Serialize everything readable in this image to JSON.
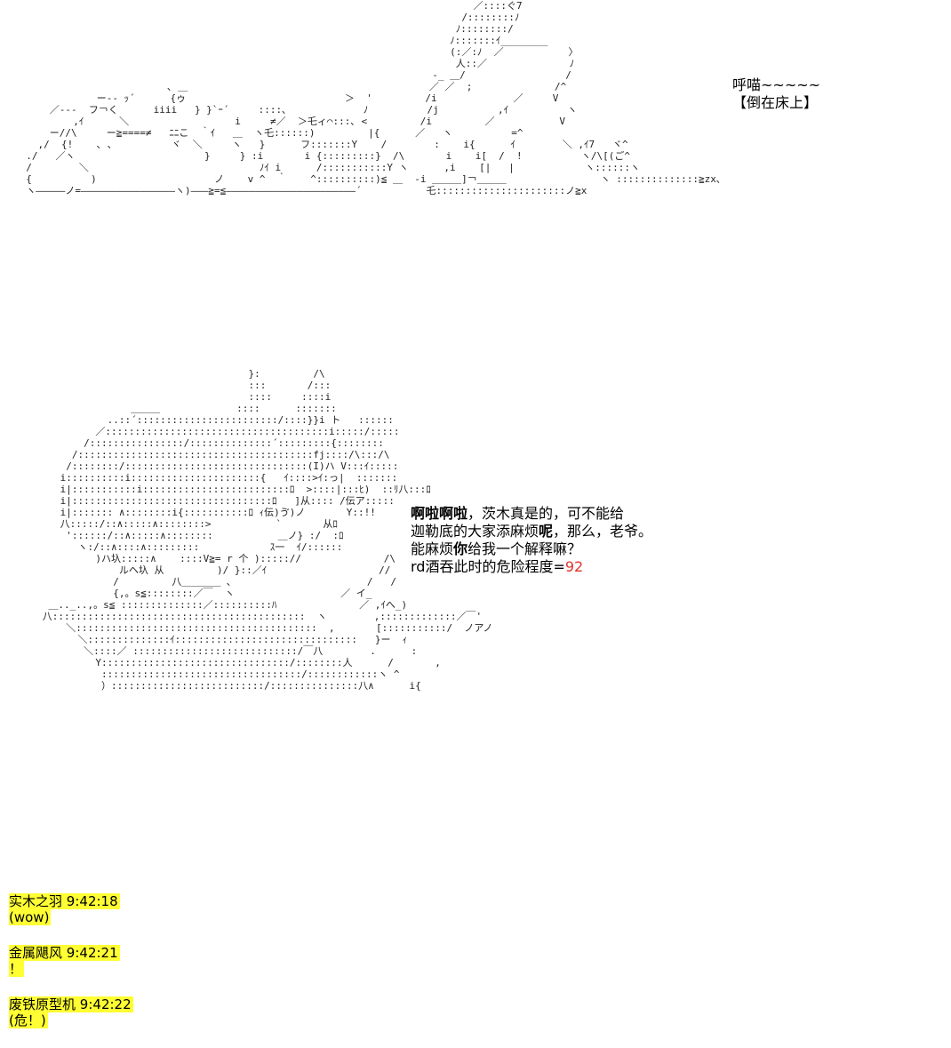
{
  "art": {
    "top": "                                                                              ／::::ぐ7\n                                                                            /::::::::ﾉ\n                                                                           ﾉ::::::::/\n                                                                          ﾉ:::::::ｲ________\n                                                                          (:／:ﾉ  ／           〉     \n                                                                           人::／              ﾉ\n                                                                       ‐_ ＿/                 /\n                          ､ ＿                                         ／ ／  ;              /^\n              ー‐‐ ｯ´      {ゥ                           ＞  '         /i             ／     V\n      ／‐‐‐  フ￢く      iiii   } }`ｰ´     ::::､             ﾉ          /j          ,ｲ          ヽ\n          ,ｲ      ＼                  i     ≠／  ＞乇ィ⌒:::､ <         /i         ／           V\n      ー//\\     ー≧====≠   ﾆﾆこ  ｀ｲ   ＿  ヽ乇::::::)         |{      ／   ヽ          =^\n    ,/  {!    ､ ､          ヾ  ＼     ヽ   }      フ:::::::Y    /        :    i{      ｲ        ＼ ,ｲ7   ヾ^\n  ./   ／ヽ                      }     } :i       i {:::::::::}  /\\       i    i[  /  !          ヽ/\\[(ご^\n  /        ＼                             ﾉｲ i      /:::::::::::Y ヽ      ,i    [|   |            ヽ::::::ヽ\n  {          )                    ノ    v ^  ｀    ^::::::::::)≦ ＿  -i ＿＿＿]￢＿＿＿                ヽ ::::::::::::::≧zx､\n  ヽ―――――ノ=――――――――――――――――ヽ)―――≧=≦――――――――――――――――――――――´           乇::::::::::::::::::::::ノ≧x",
    "bottom": "                                         }:         /\\\n                                         :::       /:::\n                                         ::::     ::::i\n                     ＿＿＿             ::::      :::::::\n                 ..::´::::::::::::::::::::::::/::::}}i ト   ::::::\n               ／::::::::::::::::::::::::::::::::::::::i:::::/:::::\n             /::::::::::::::::/::::::::::::::´:::::::::{::::::::\n           /::::::::::::::::::::::::::::::::::::::::fj::::/\\:::/\\\n          /::::::::/:::::::::::::::::::::::::::::::(I)ハ V:::ｲ:::::\n         i::::::::::i::::::::::::::::::::::{   ｲ::::>ｲ:っ|  :::::::\n         i|:::::::::::i:::::::::::::::::::::::::ﾛ  >::::|:::ﾋ)  ::ﾘ八:::ﾛ\n         i|::::::::::::::::::::::::::::::::::ﾛ   ]从:::: /伝ア:::::\n         i|::::::: ∧::::::::i{:::::::::::ﾛ ｨ伝)ゔ)ノ       Y::!!\n         八:::::/::∧:::::∧::::::::>           `       从ﾛ\n          '::::::/::∧:::::∧::::::::           ＿ノ} :/  :ﾛ\n            ヽ:/::∧::::∧:::::::::            ｽ一  ｲ/::::::\n               )ハ圦:::::∧    ::::V≧= r 个 )::::://              /\\\n                   ルヘ圦 从         )/ }::／ｲ                   //\n                  /         八＿＿＿＿ ､                       /   /\n                  {,。s≦::::::::／￣  ヽ                  ／ イ_\n       ＿.._..,。s≦ ::::::::::::::／::::::::::ﾊ              ／ ,ｲへ_)\n      八:::::::::::::::::::::::::::::::::::::::::::  ヽ        ,:::::::::::::／￣'\n          ＼:::::::::::::::::::::::::::::::::::::::::  ,       [:::::::::::/  ノアノ\n            ＼::::::::::::::ｲ:::::::::::::::::::::::::::::::   }ー  ｨ\n             ＼::::／ ::::::::::::::::::::::::::::/￣八        .      :\n               Y::::::::::::::::::::::::::::::::/::::::::人      /       ,\n                ::::::::::::::::::::::::::::::::::/::::::::::::ヽ ^\n                ）::::::::::::::::::::::::::/:::::::::::::::八∧      i{"
  },
  "captions": {
    "top_line1": "呼喵~~~~~",
    "top_line2": "【倒在床上】"
  },
  "dialogue": {
    "l1_bold": "啊啦啊啦",
    "l1_rest": "，茨木真是的，可不能给",
    "l2_a": "迦勒底的大家添麻烦",
    "l2_bold": "呢",
    "l2_rest": "，那么，老爷。",
    "l3_a": "能麻烦",
    "l3_bold": "你",
    "l3_rest": "给我一个解释嘛？",
    "l4_a": "rd酒吞此时的危险程度=",
    "l4_value": "92"
  },
  "chat": [
    {
      "user": "实木之羽",
      "time": "9:42:18",
      "text": "(wow)"
    },
    {
      "user": "金属飓风",
      "time": "9:42:21",
      "text": "！"
    },
    {
      "user": "废铁原型机",
      "time": "9:42:22",
      "text": "(危！)"
    }
  ],
  "colors": {
    "highlight": "#ffff33",
    "danger": "#e0342c"
  }
}
